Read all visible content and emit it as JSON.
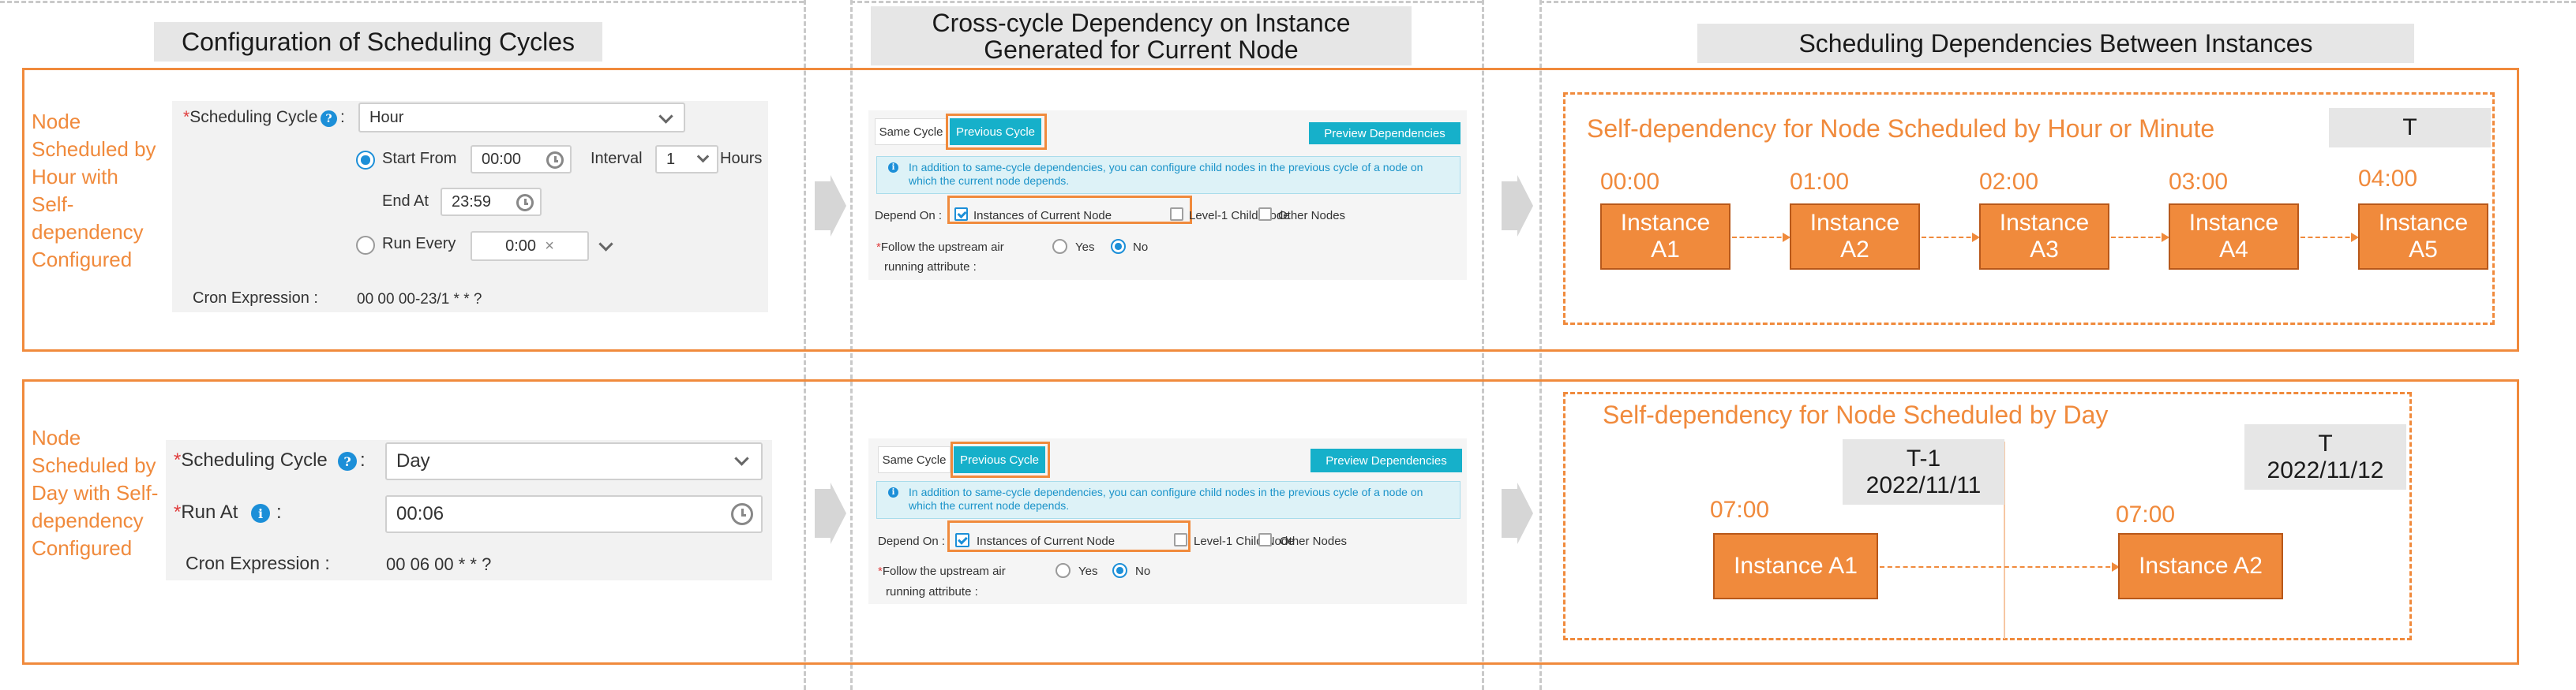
{
  "headers": {
    "config": "Configuration of Scheduling Cycles",
    "cross_cycle": "Cross-cycle Dependency on Instance Generated for Current Node",
    "instances": "Scheduling Dependencies Between Instances"
  },
  "row1": {
    "label": "Node Scheduled by Hour with Self-dependency Configured",
    "config": {
      "required_mark": "*",
      "scheduling_cycle_label": "Scheduling Cycle",
      "scheduling_cycle_value": "Hour",
      "start_from_label": "Start From",
      "start_from_value": "00:00",
      "interval_label": "Interval",
      "interval_value": "1",
      "interval_unit": "Hours",
      "end_at_label": "End At",
      "end_at_value": "23:59",
      "run_every_label": "Run Every",
      "run_every_value": "0:00",
      "run_every_clear": "×",
      "cron_label": "Cron Expression :",
      "cron_value": "00 00 00-23/1 * * ?"
    },
    "dependency": {
      "tab_same_cycle": "Same Cycle",
      "tab_previous_cycle": "Previous Cycle",
      "preview_button": "Preview Dependencies",
      "notice": "In addition to same-cycle dependencies, you can configure child nodes in the previous cycle of a node on which the current node depends.",
      "depend_on_label": "Depend On :",
      "opt_instances_current": "Instances of Current Node",
      "opt_level1_child": "Level-1 Child Node",
      "opt_other_nodes": "Other Nodes",
      "required_mark": "*",
      "follow_label_line1": "Follow the upstream air",
      "follow_label_line2": "running attribute :",
      "yes": "Yes",
      "no": "No"
    },
    "schedule": {
      "title": "Self-dependency for Node Scheduled by Hour or Minute",
      "t_label": "T",
      "instances": [
        {
          "time": "00:00",
          "line1": "Instance",
          "line2": "A1"
        },
        {
          "time": "01:00",
          "line1": "Instance",
          "line2": "A2"
        },
        {
          "time": "02:00",
          "line1": "Instance",
          "line2": "A3"
        },
        {
          "time": "03:00",
          "line1": "Instance",
          "line2": "A4"
        },
        {
          "time": "04:00",
          "line1": "Instance",
          "line2": "A5"
        }
      ]
    }
  },
  "row2": {
    "label": "Node Scheduled by Day with Self-dependency Configured",
    "config": {
      "required_mark": "*",
      "scheduling_cycle_label": "Scheduling Cycle",
      "scheduling_cycle_value": "Day",
      "run_at_label": "Run At",
      "run_at_value": "00:06",
      "cron_label": "Cron Expression :",
      "cron_value": "00 06 00 * * ?"
    },
    "dependency": {
      "tab_same_cycle": "Same Cycle",
      "tab_previous_cycle": "Previous Cycle",
      "preview_button": "Preview Dependencies",
      "notice": "In addition to same-cycle dependencies, you can configure child nodes in the previous cycle of a node on which the current node depends.",
      "depend_on_label": "Depend On :",
      "opt_instances_current": "Instances of Current Node",
      "opt_level1_child": "Level-1 Child Node",
      "opt_other_nodes": "Other Nodes",
      "required_mark": "*",
      "follow_label_line1": "Follow the upstream air",
      "follow_label_line2": "running attribute :",
      "yes": "Yes",
      "no": "No"
    },
    "schedule": {
      "title": "Self-dependency for Node Scheduled by Day",
      "t_minus_label": "T-1",
      "t_minus_date": "2022/11/11",
      "t_label": "T",
      "t_date": "2022/11/12",
      "instance1": {
        "time": "07:00",
        "label": "Instance A1"
      },
      "instance2": {
        "time": "07:00",
        "label": "Instance A2"
      }
    }
  },
  "colors": {
    "accent_orange": "#f08a3c",
    "tab_cyan": "#16b0ca",
    "info_blue": "#1c8fd8",
    "header_gray": "#e6e6e6"
  }
}
